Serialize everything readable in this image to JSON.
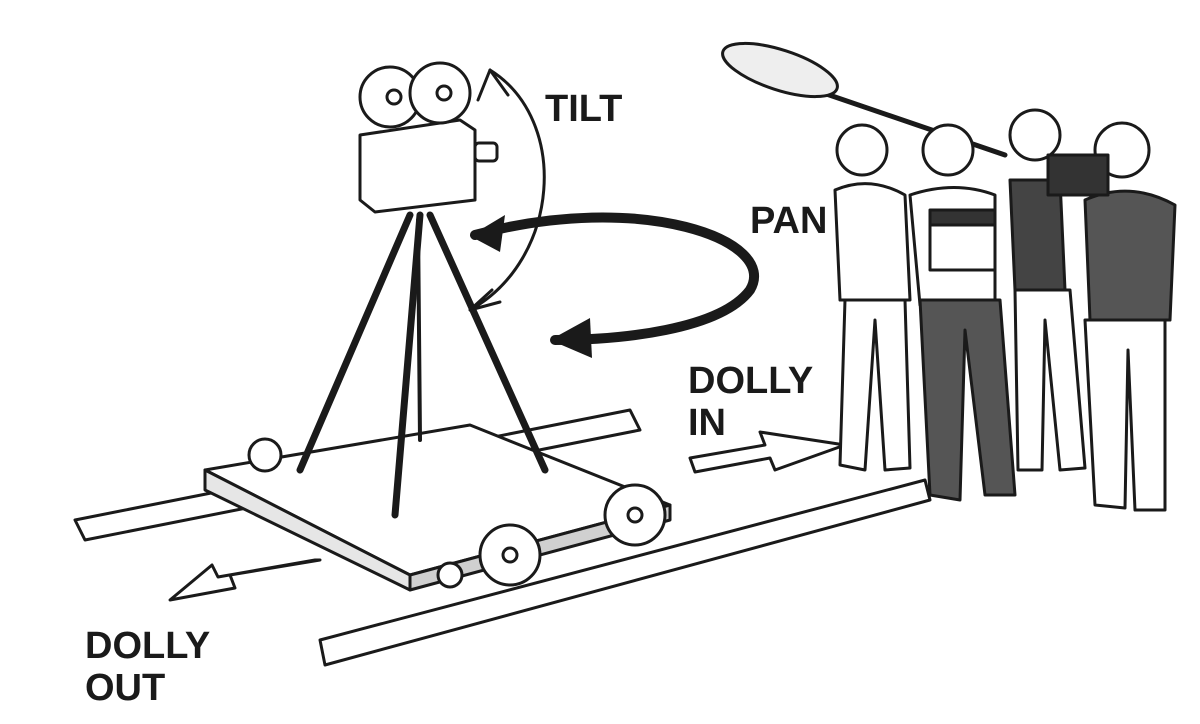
{
  "labels": {
    "tilt": "TILT",
    "pan": "PAN",
    "dolly_in_line1": "DOLLY",
    "dolly_in_line2": "IN",
    "dolly_out_line1": "DOLLY",
    "dolly_out_line2": "OUT"
  },
  "colors": {
    "ink": "#1a1a1a",
    "paper": "#ffffff",
    "shade": "#d9d9d9"
  }
}
